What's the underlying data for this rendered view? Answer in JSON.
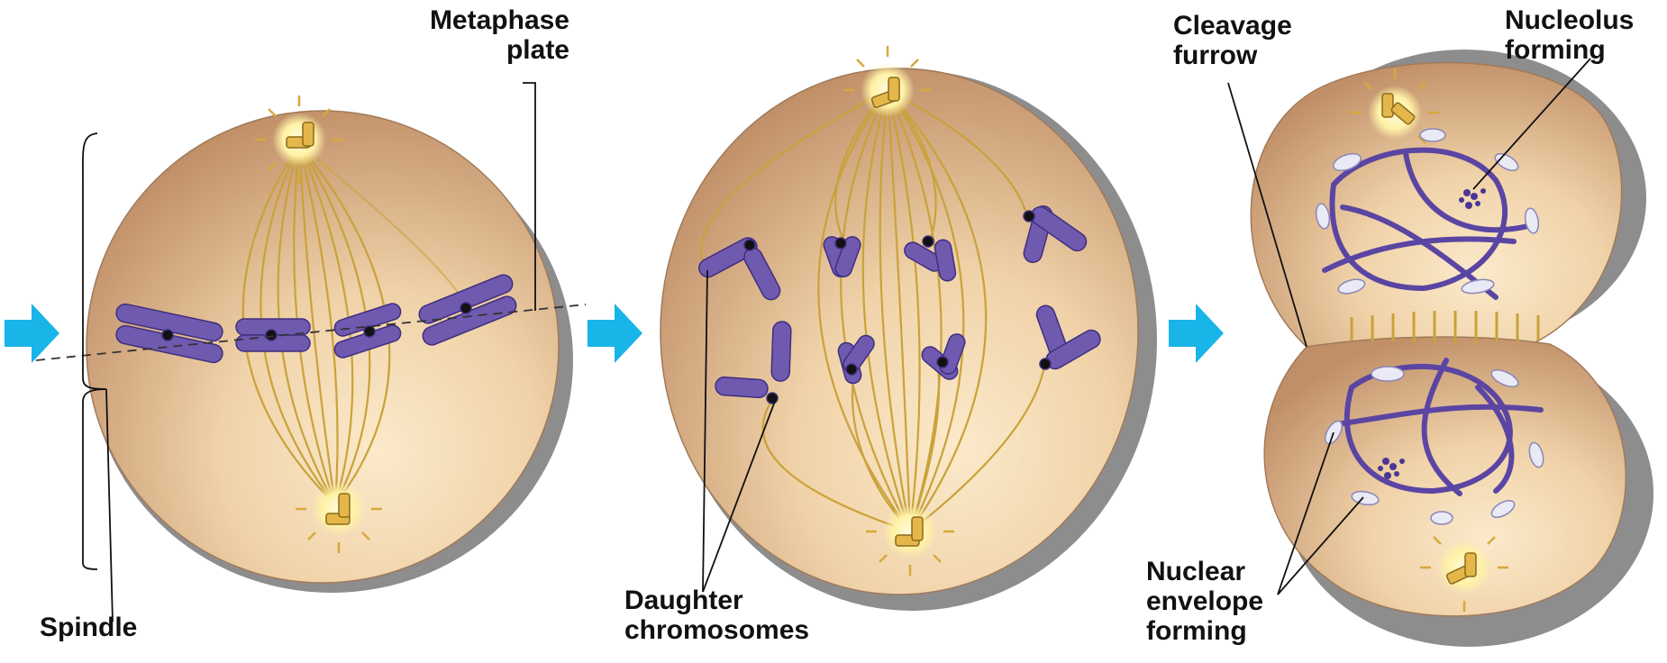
{
  "labels": {
    "metaphase_plate": "Metaphase\nplate",
    "spindle": "Spindle",
    "daughter_chromosomes": "Daughter\nchromosomes",
    "cleavage_furrow": "Cleavage\nfurrow",
    "nucleolus_forming": "Nucleolus\nforming",
    "nuclear_envelope_forming": "Nuclear\nenvelope\nforming"
  },
  "colors": {
    "arrow": "#19b4e8",
    "cell_light": "#f7e0b8",
    "cell_dark": "#c89a74",
    "cell_shadow": "#8a8a8a",
    "spindle_fiber": "#c9a23a",
    "spindle_fiber_light": "#f3dc86",
    "chromosome": "#6f5ab0",
    "chromosome_dark": "#3f2f7e",
    "chromatin": "#5b45a3",
    "centriole": "#d7a93b",
    "aster_glow": "#fff3a8",
    "envelope_fragment": "#e8e8f4",
    "leader_line": "#111111"
  },
  "icons": {
    "arrow": "arrow-right-icon",
    "centrosome": "centrosome-icon"
  }
}
